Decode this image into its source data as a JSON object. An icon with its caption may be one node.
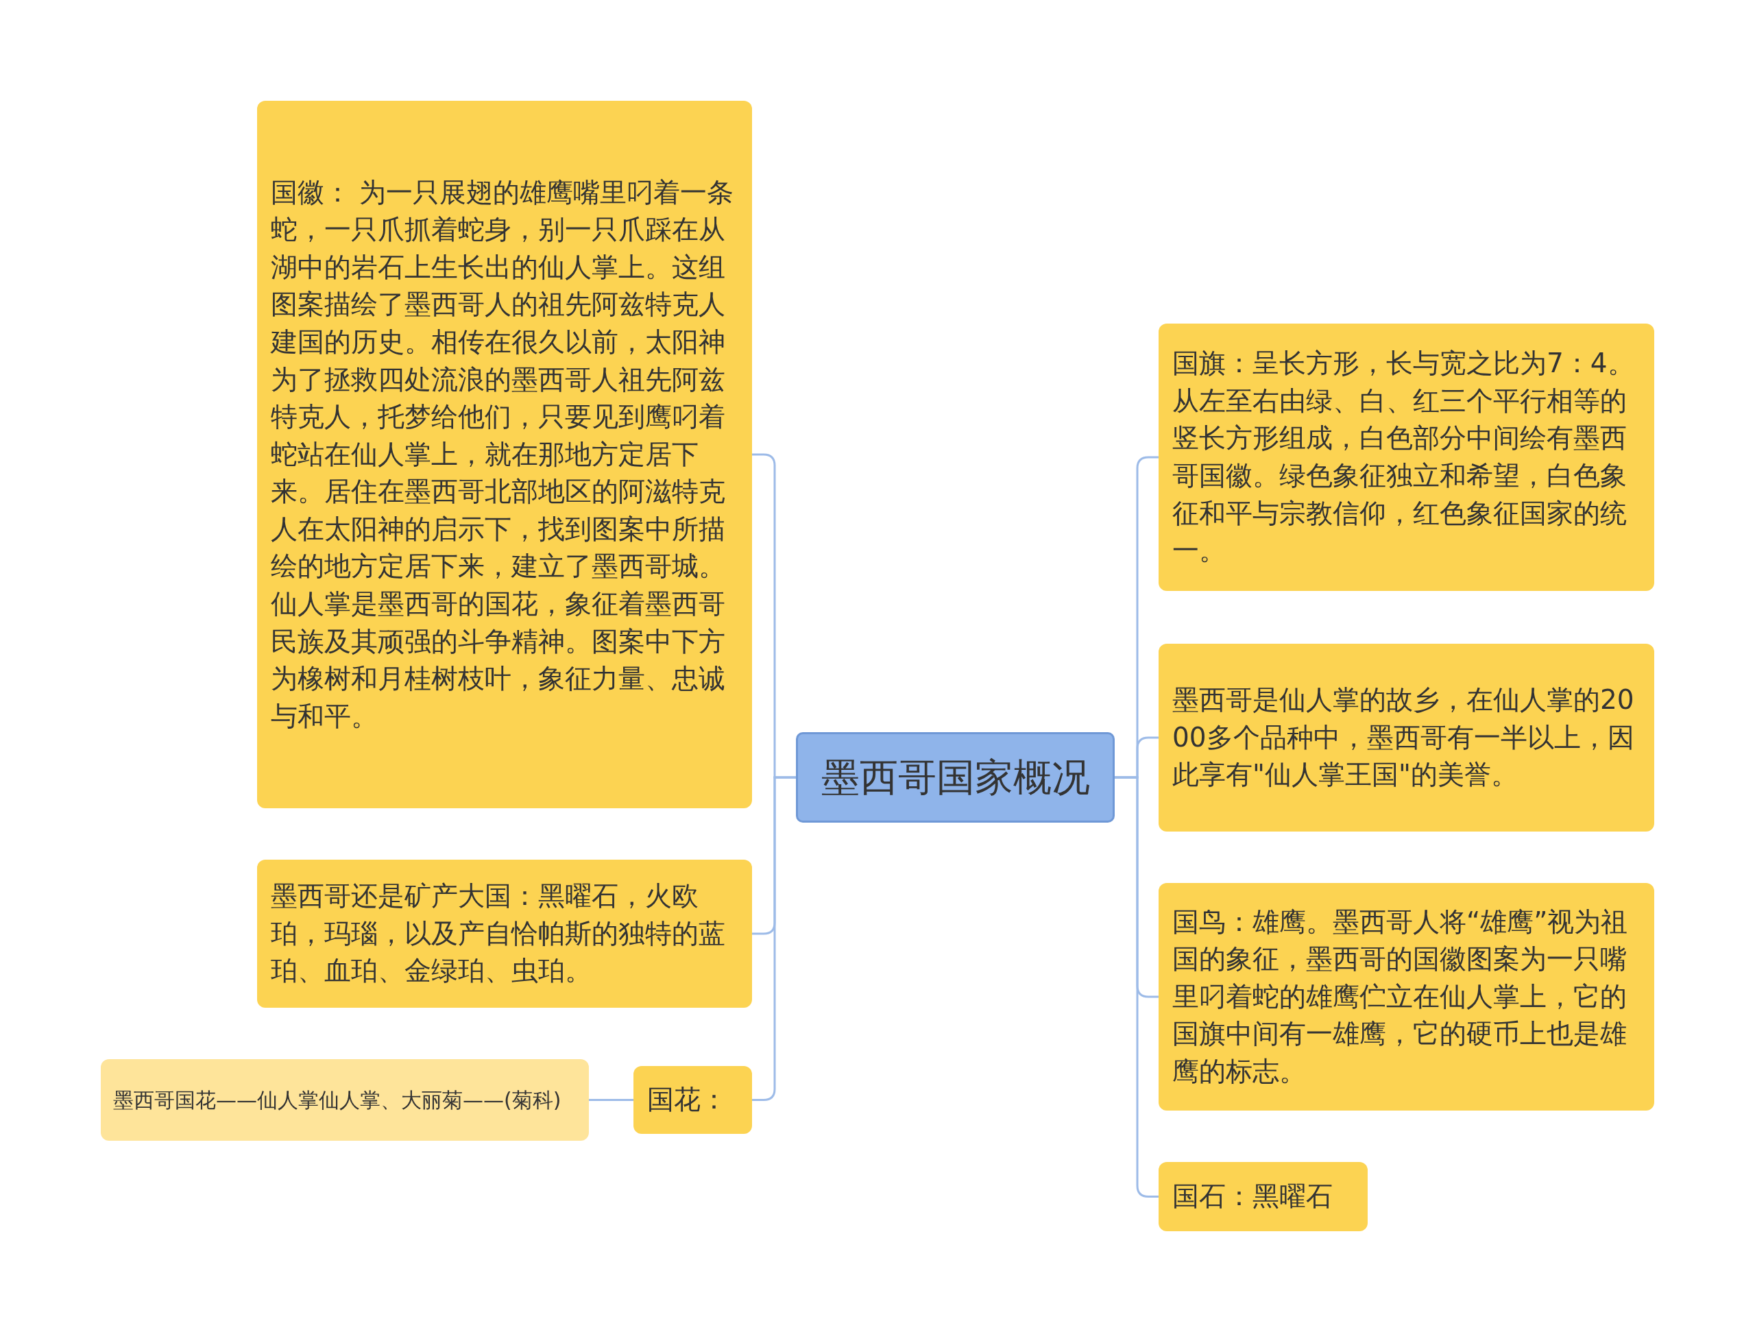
{
  "diagram": {
    "nodes": [
      {
        "text": [
          "墨西哥国家概况"
        ]
      },
      {
        "text": [
          "国徽： 为一只展翅的雄鹰嘴里叼着一条蛇，一只爪抓着蛇身，别一只爪踩在从湖中的岩石上生长出的仙人掌上。这组图案描绘了墨西哥人的祖先阿兹特克人建国的历史。相传在很久以前，太阳神为了拯救四处流浪的墨西哥人祖先阿兹特克人，托梦给他们，只要见到鹰叼着蛇站在仙人掌上，就在那地方定居下来。居住在墨西哥北部地区的阿滋特克人在太阳神的启示下，找到图案中所描绘的地方定居下来，建立了墨西哥城。仙人掌是墨西哥的国花，象征着墨西哥民族及其顽强的斗争精神。图案中下方为橡树和月桂树枝叶，象征力量、忠诚与和平。"
        ]
      },
      {
        "text": [
          "墨西哥还是矿产大国：黑曜石，火欧珀，玛瑙，以及产自恰帕斯的独特的蓝珀、血珀、金绿珀、虫珀。"
        ]
      },
      {
        "text": [
          "国花："
        ]
      },
      {
        "text": [
          "墨西哥国花——仙人掌仙人掌、大丽菊——(菊科)"
        ]
      },
      {
        "text": [
          "国旗：呈长方形，长与宽之比为7：4。从左至右由绿、白、红三个平行相等的竖长方形组成，白色部分中间绘有墨西哥国徽。绿色象征独立和希望，白色象征和平与宗教信仰，红色象征国家的统一。"
        ]
      },
      {
        "text": [
          "墨西哥是仙人掌的故乡，在仙人掌的2000多个品种中，墨西哥有一半以上，因此享有\"仙人掌王国\"的美誉。"
        ]
      },
      {
        "text": [
          "国鸟：雄鹰。墨西哥人将“雄鹰”视为祖国的象征，墨西哥的国徽图案为一只嘴里叼着蛇的雄鹰伫立在仙人掌上，它的国旗中间有一雄鹰，它的硬币上也是雄鹰的标志。"
        ]
      },
      {
        "text": [
          "国石：黑曜石"
        ]
      }
    ],
    "edges": [
      {
        "from": 0,
        "to": 1,
        "arrow": "none"
      },
      {
        "from": 0,
        "to": 2,
        "arrow": "none"
      },
      {
        "from": 0,
        "to": 3,
        "arrow": "none"
      },
      {
        "from": 3,
        "to": 4,
        "arrow": "none"
      },
      {
        "from": 0,
        "to": 5,
        "arrow": "none"
      },
      {
        "from": 0,
        "to": 6,
        "arrow": "none"
      },
      {
        "from": 0,
        "to": 7,
        "arrow": "none"
      },
      {
        "from": 0,
        "to": 8,
        "arrow": "none"
      }
    ]
  }
}
